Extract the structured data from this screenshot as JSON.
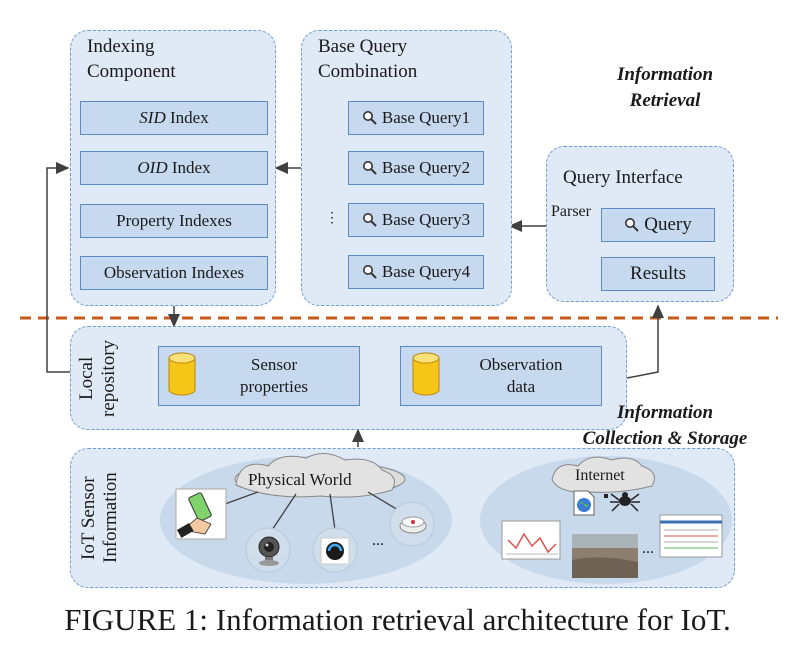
{
  "indexing": {
    "title_line1": "Indexing",
    "title_line2": "Component",
    "items": [
      {
        "em": "SID",
        "rest": " Index"
      },
      {
        "em": "OID",
        "rest": " Index"
      },
      {
        "em": "",
        "rest": "Property Indexes"
      },
      {
        "em": "",
        "rest": "Observation Indexes"
      }
    ]
  },
  "base_query": {
    "title_line1": "Base Query",
    "title_line2": "Combination",
    "items": [
      "Base Query1",
      "Base Query2",
      "Base Query3",
      "Base Query4"
    ],
    "ellipsis": "⋮"
  },
  "info_retrieval": {
    "line1": "Information",
    "line2": "Retrieval"
  },
  "query_interface": {
    "title": "Query Interface",
    "parser_label": "Parser",
    "query_label": "Query",
    "results_label": "Results"
  },
  "local_repository": {
    "label_line1": "Local",
    "label_line2": "repository",
    "sensor_line1": "Sensor",
    "sensor_line2": "properties",
    "obs_line1": "Observation",
    "obs_line2": "data"
  },
  "info_collection": {
    "line1": "Information",
    "line2": "Collection & Storage"
  },
  "iot": {
    "label_line1": "IoT Sensor",
    "label_line2": "Information",
    "physical_world": "Physical World",
    "internet": "Internet",
    "ellipsis": "..."
  },
  "caption": "FIGURE 1: Information retrieval architecture for IoT.",
  "colors": {
    "panel_fill": "#dfeaf6",
    "panel_border": "#6f9bd0",
    "box_fill": "#c6d9ef",
    "box_border": "#5b8ac4",
    "divider": "#c55a1b",
    "cylinder": "#f5c518"
  }
}
